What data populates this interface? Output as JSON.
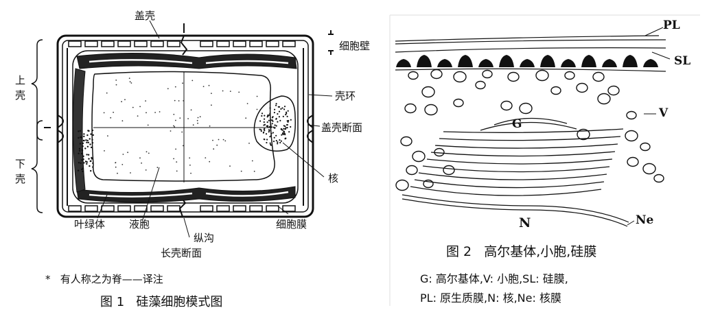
{
  "figure1": {
    "labels": {
      "gaike": "盖壳",
      "xibaobi": "细胞壁",
      "shangke": "上\n壳",
      "xiake": "下\n壳",
      "kehuan": "壳环",
      "gaike_duanmian": "盖壳断面",
      "he": "核",
      "xibaomo": "细胞膜",
      "yelvti": "叶绿体",
      "yepao": "液胞",
      "zonggou": "纵沟",
      "changke_duanmian": "长壳断面"
    },
    "footnote": "*   有人称之为脊——译注",
    "caption": "图 1   硅藻细胞模式图"
  },
  "figure2": {
    "labels": {
      "PL": "PL",
      "SL": "SL",
      "V": "V",
      "G": "G",
      "N": "N",
      "Ne": "Ne"
    },
    "caption": "图 2   高尔基体,小胞,硅膜",
    "legend_line1": "G: 高尔基体,V: 小胞,SL: 硅膜,",
    "legend_line2": "PL: 原生质膜,N: 核,Ne: 核膜"
  }
}
